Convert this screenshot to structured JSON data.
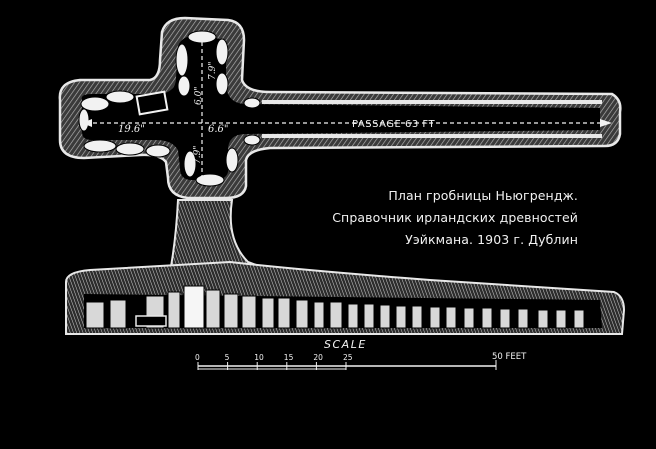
{
  "caption": {
    "line1": "План гробницы Ньюгрендж.",
    "line2": "Справочник ирландских древностей",
    "line3": "Уэйкмана. 1903 г. Дублин"
  },
  "plan_labels": {
    "passage": "PASSAGE 63 FT",
    "west_recess_width": "19.6\"",
    "chamber_width": "6.6\"",
    "north_upper": "7.9\"",
    "north_lower": "6.0\"",
    "south": "7.9\""
  },
  "scale": {
    "title": "SCALE",
    "ticks": [
      "0",
      "5",
      "10",
      "15",
      "20",
      "25"
    ],
    "end_label": "50 FEET"
  },
  "colors": {
    "background": "#000000",
    "stone": "#e6e6e6",
    "hatch": "#9a9a9a"
  }
}
